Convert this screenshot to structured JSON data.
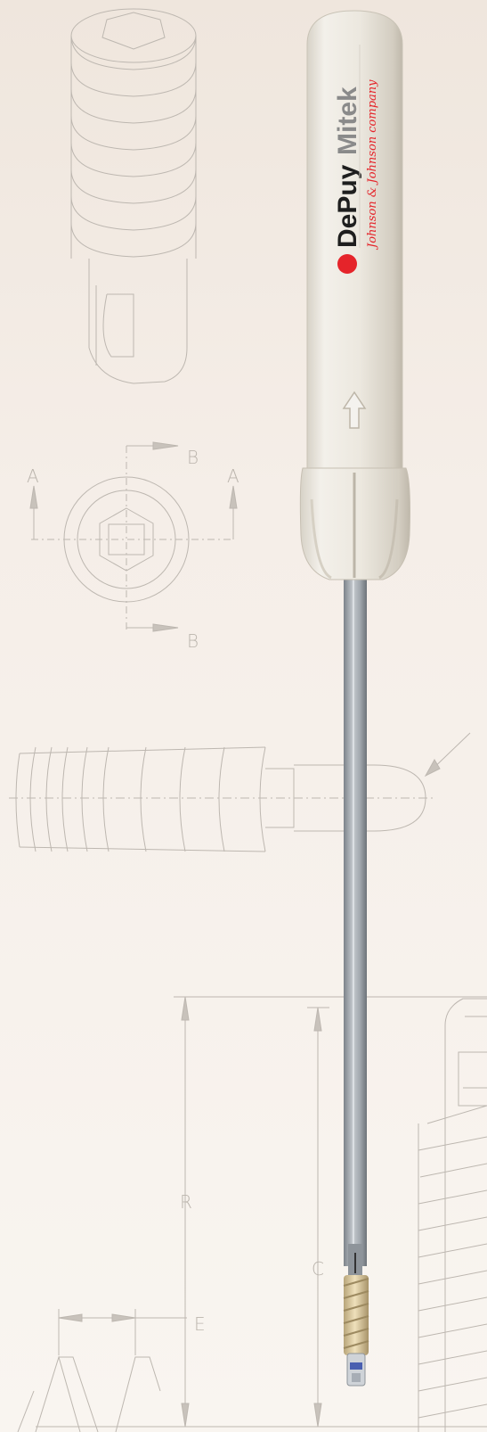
{
  "brand": {
    "name": "DePuy",
    "product": "Mitek",
    "tagline": "Johnson & Johnson company"
  },
  "drawing_labels": {
    "a_left": "A",
    "a_right": "A",
    "b_top": "B",
    "b_bottom": "B",
    "r": "R",
    "c": "C",
    "e": "E"
  },
  "colors": {
    "background_top": "#efe6dd",
    "background_bottom": "#f8f4ef",
    "linework": "#b7b1ab",
    "handle": "#ebe7de",
    "handle_shadow": "#cfc9bd",
    "shaft": "#9aa0a6",
    "brand_red": "#e5242a",
    "brand_dark": "#1e1e1e",
    "tip_gold": "#d9c59a",
    "tip_blue": "#4a5fb0"
  },
  "icons": [
    "up-arrow-icon",
    "brand-dot-icon"
  ]
}
